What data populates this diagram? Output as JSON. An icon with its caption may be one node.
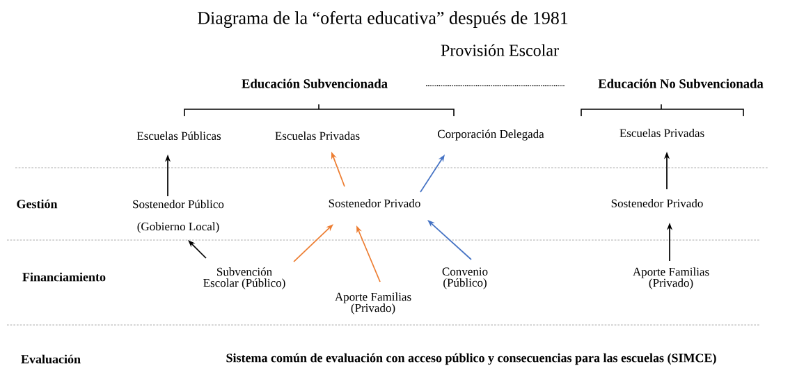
{
  "diagram": {
    "title": "Diagrama de la “oferta educativa” después de 1981",
    "nodes": [
      {
        "text": [
          "Educación Subvencionada"
        ]
      },
      {
        "text": [
          "Educación No Subvencionada"
        ]
      },
      {
        "text": [
          "Escuelas Públicas"
        ]
      },
      {
        "text": [
          "Escuelas Privadas"
        ]
      },
      {
        "text": [
          "Corporación Delegada"
        ]
      },
      {
        "text": [
          "Escuelas Privadas"
        ]
      },
      {
        "text": [
          "Sostenedor Público",
          "(Gobierno Local)"
        ]
      },
      {
        "text": [
          "Sostenedor Privado"
        ]
      },
      {
        "text": [
          "Sostenedor Privado"
        ]
      },
      {
        "text": [
          "Subvención Escolar (Público)"
        ]
      },
      {
        "text": [
          "Aporte Familias (Privado)"
        ]
      },
      {
        "text": [
          "Convenio (Público)"
        ]
      },
      {
        "text": [
          "Aporte Familias (Privado)"
        ]
      }
    ],
    "edges": [
      {
        "from": 0,
        "to": 1,
        "arrow": "none",
        "style": "dashed"
      },
      {
        "from": 6,
        "to": 2,
        "arrow": "to"
      },
      {
        "from": 7,
        "to": 3,
        "arrow": "to",
        "color": "#ed7d31"
      },
      {
        "from": 7,
        "to": 4,
        "arrow": "to",
        "color": "#4472c4"
      },
      {
        "from": 8,
        "to": 5,
        "arrow": "to"
      },
      {
        "from": 9,
        "to": 6,
        "arrow": "to"
      },
      {
        "from": 9,
        "to": 7,
        "arrow": "to",
        "color": "#ed7d31"
      },
      {
        "from": 10,
        "to": 7,
        "arrow": "to",
        "color": "#ed7d31"
      },
      {
        "from": 11,
        "to": 7,
        "arrow": "to",
        "color": "#4472c4"
      },
      {
        "from": 12,
        "to": 8,
        "arrow": "to"
      }
    ],
    "labels": [
      "Provisión Escolar",
      "Gestión",
      "Financiamiento",
      "Evaluación",
      "Sistema común de evaluación con acceso público y consecuencias para las escuelas (SIMCE)"
    ]
  }
}
